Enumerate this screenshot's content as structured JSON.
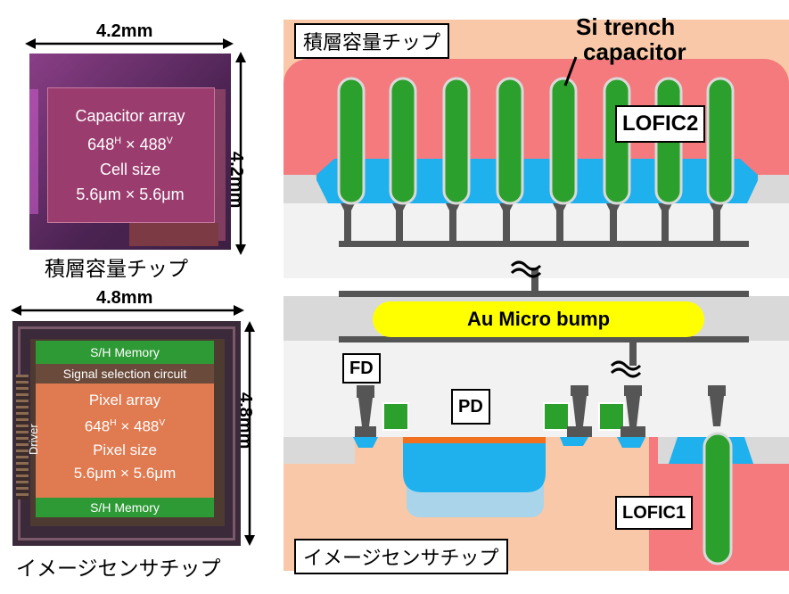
{
  "top_die": {
    "width": "4.2mm",
    "height": "4.2mm",
    "title": "Capacitor array",
    "cols": "648",
    "cols_sup": "H",
    "times": "×",
    "rows": "488",
    "rows_sup": "V",
    "cell_label": "Cell size",
    "cell_size": "5.6μm × 5.6μm",
    "caption": "積層容量チップ"
  },
  "bottom_die": {
    "width": "4.8mm",
    "height": "4.8mm",
    "sh_top": "S/H Memory",
    "selection": "Signal selection circuit",
    "title": "Pixel array",
    "cols": "648",
    "cols_sup": "H",
    "times": "×",
    "rows": "488",
    "rows_sup": "V",
    "pixel_label": "Pixel size",
    "pixel_size": "5.6μm × 5.6μm",
    "sh_bottom": "S/H Memory",
    "driver": "Driver",
    "caption": "イメージセンサチップ"
  },
  "cross_section": {
    "top_chip_label": "積層容量チップ",
    "trench_label_1": "Si trench",
    "trench_label_2": "capacitor",
    "lofic2": "LOFIC2",
    "bump": "Au Micro bump",
    "fd": "FD",
    "pd": "PD",
    "lofic1": "LOFIC1",
    "bottom_chip_label": "イメージセンサチップ"
  },
  "colors": {
    "substrate": "#f8c8a8",
    "cap_region": "#f47a7e",
    "trench_green": "#2ca02c",
    "oxide_blue": "#1fb0ee",
    "bump_yellow": "#ffff00",
    "metal_gray": "#555555",
    "light_gray": "#d9d9d9",
    "white_layer": "#f2f2f2",
    "pd_light": "#aad4ea",
    "orange_line": "#f07020"
  }
}
